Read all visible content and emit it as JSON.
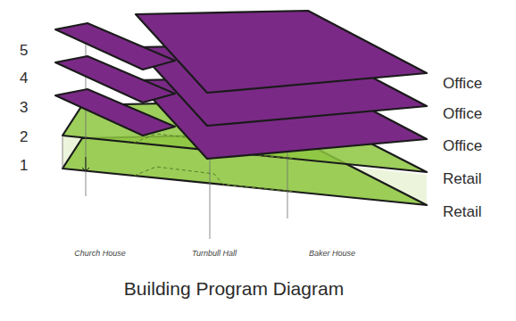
{
  "diagram": {
    "caption": "Building Program Diagram",
    "labels": [
      "5",
      "4",
      "3",
      "2",
      "1",
      "Office",
      "Office",
      "Office",
      "Retail",
      "Retail",
      "Church House",
      "Turnbull Hall",
      "Baker House"
    ]
  }
}
